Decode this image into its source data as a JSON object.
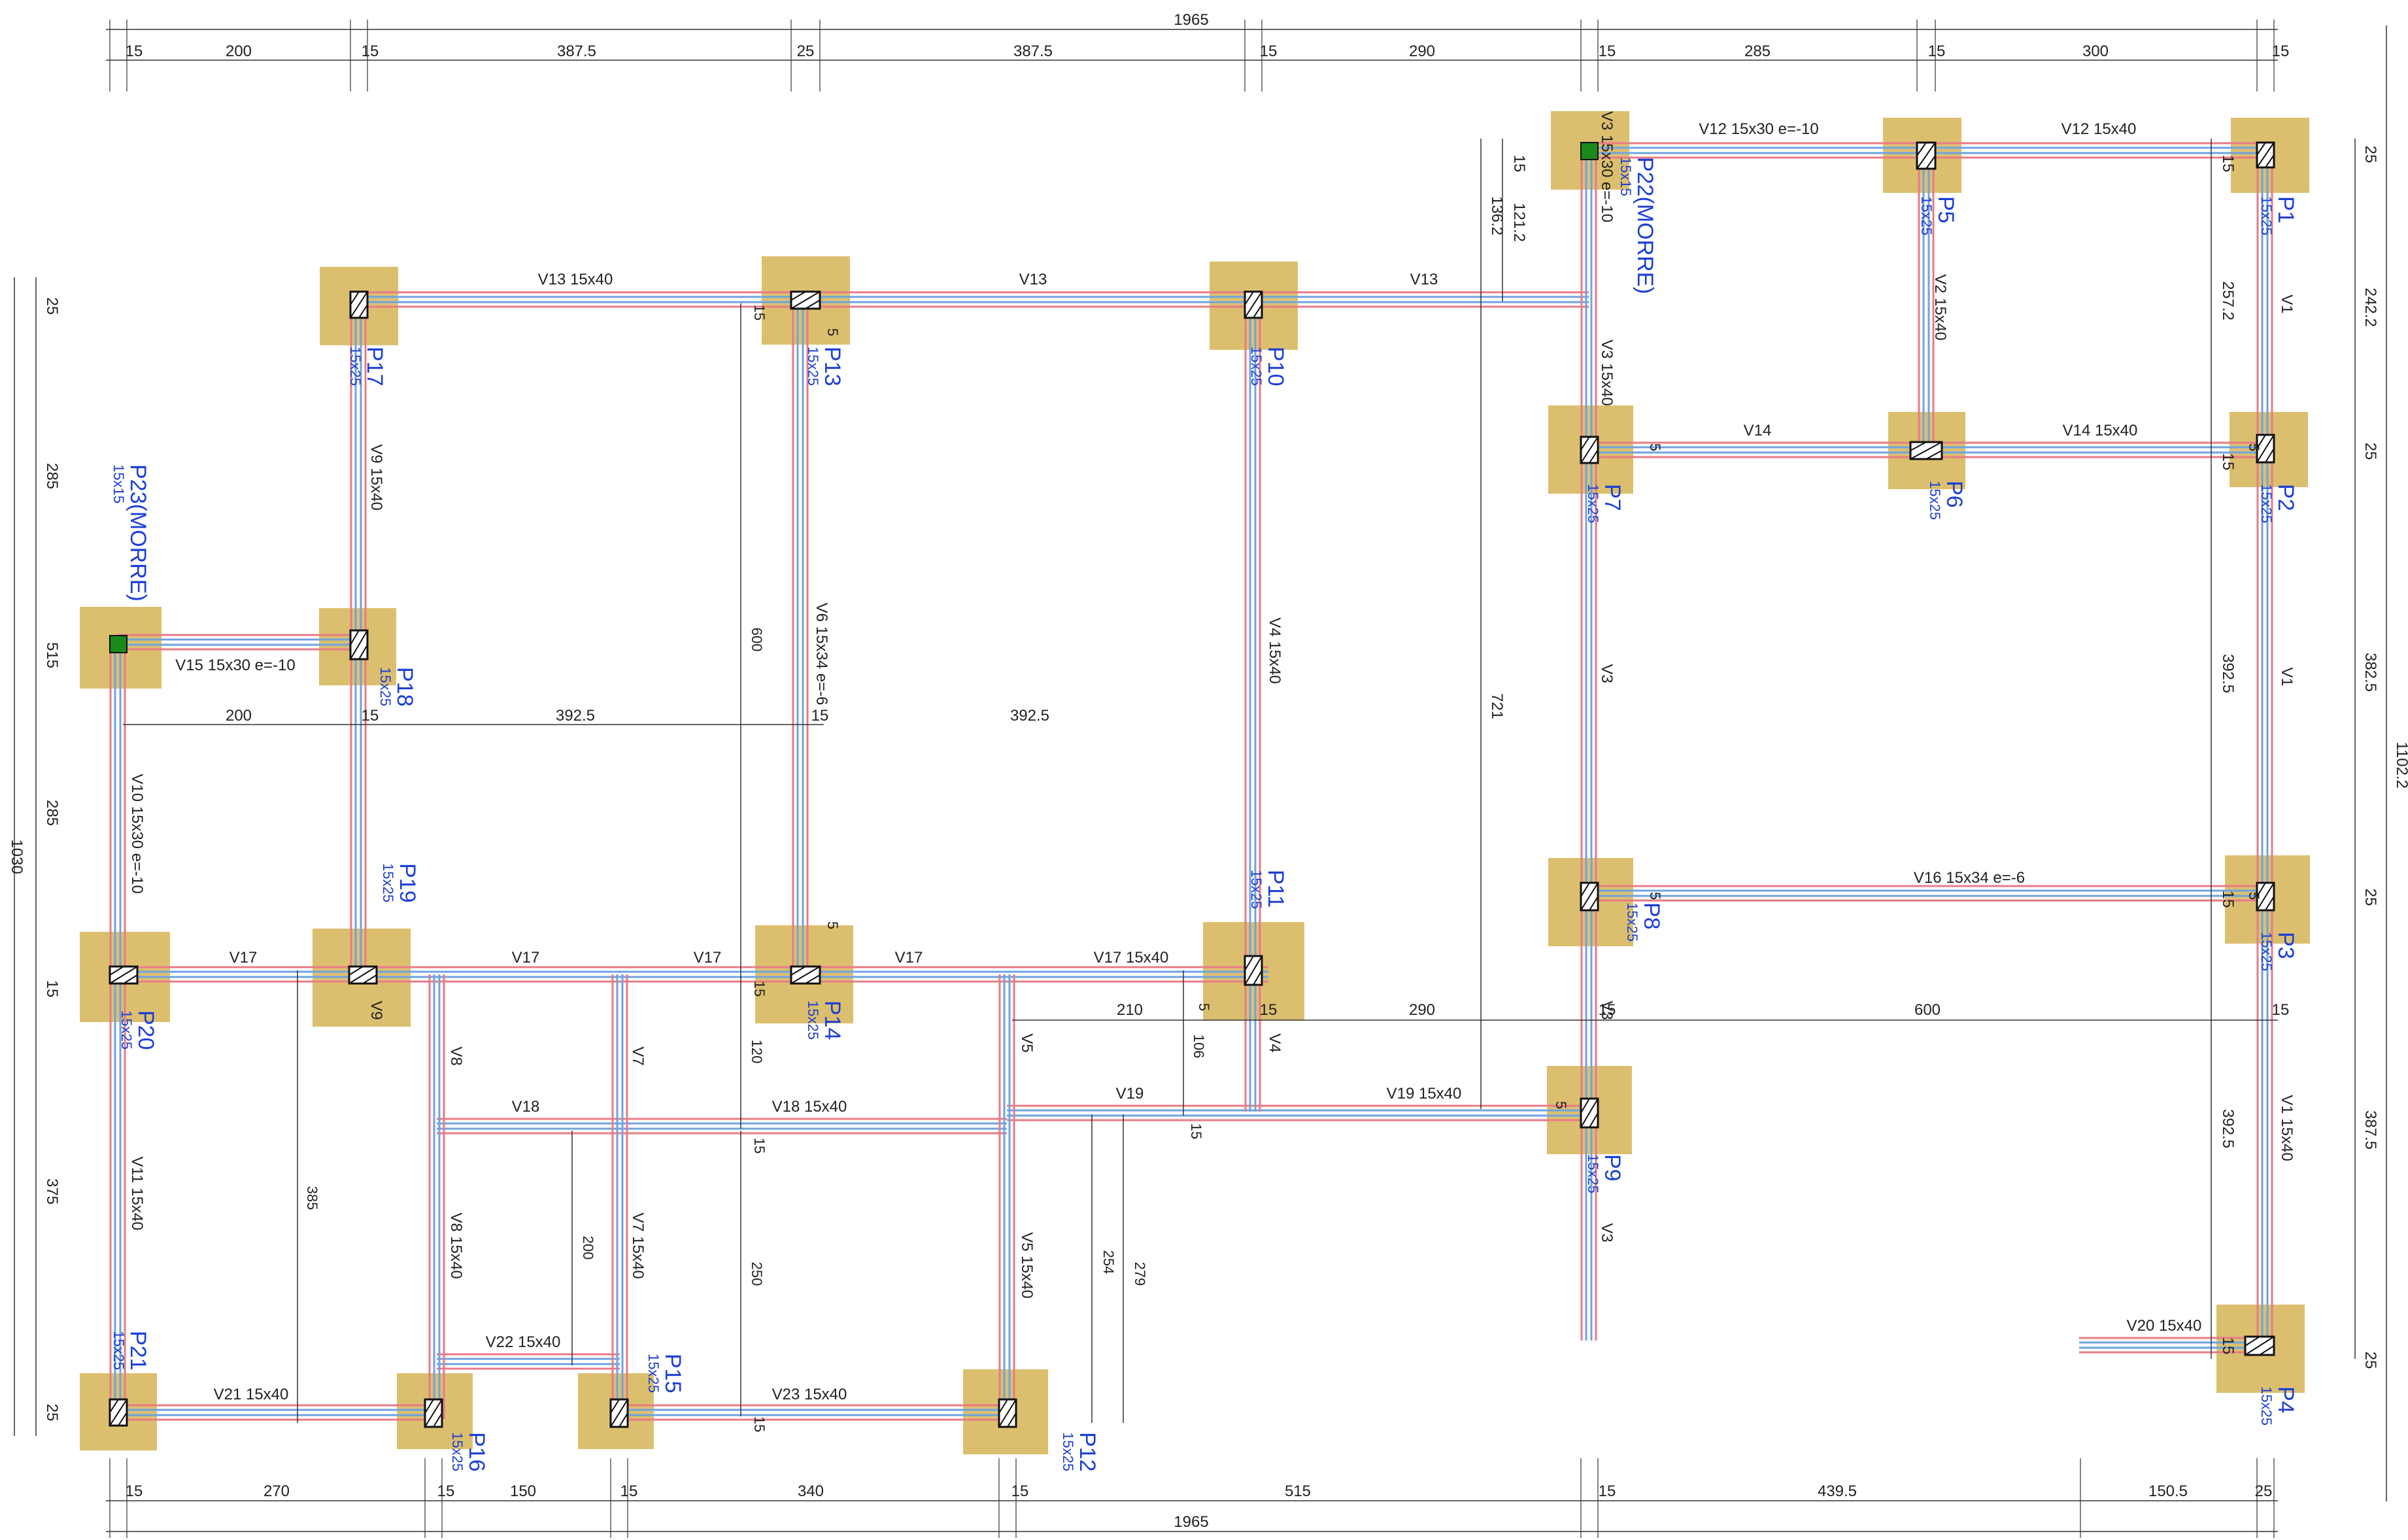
{
  "labels": {
    "overall_width_top": "1965",
    "overall_width_bottom": "1965",
    "left_height": "1030",
    "right_height": "1102.2",
    "top_row": [
      "15",
      "200",
      "15",
      "387.5",
      "25",
      "387.5",
      "15",
      "290",
      "15",
      "285",
      "15",
      "300",
      "15"
    ],
    "mid_row": [
      "200",
      "15",
      "392.5",
      "15",
      "392.5"
    ],
    "bottom_row": [
      "15",
      "270",
      "15",
      "150",
      "15",
      "340",
      "15",
      "515",
      "15",
      "439.5",
      "150.5",
      "25"
    ],
    "p9_row": [
      "210",
      "15",
      "290",
      "15",
      "600",
      "15"
    ],
    "left_col": [
      "25",
      "285",
      "515",
      "285",
      "15",
      "375",
      "25"
    ],
    "right_col": [
      "25",
      "242.2",
      "25",
      "382.5",
      "25",
      "387.5",
      "25"
    ],
    "inner_right_col": [
      "15",
      "257.2",
      "15",
      "392.5",
      "15",
      "392.5",
      "15"
    ],
    "col_P22": [
      "121.2",
      "136.2",
      "15",
      "721"
    ],
    "misc_vertical": [
      "600",
      "385",
      "200",
      "250",
      "120",
      "106",
      "254",
      "279",
      "5",
      "5",
      "5",
      "5",
      "5",
      "5",
      "5",
      "5",
      "15",
      "15",
      "15",
      "15",
      "15"
    ]
  },
  "pillars": [
    {
      "name": "P1",
      "size": "15x25"
    },
    {
      "name": "P2",
      "size": "15x25"
    },
    {
      "name": "P3",
      "size": "15x25"
    },
    {
      "name": "P4",
      "size": "15x25"
    },
    {
      "name": "P5",
      "size": "15x25"
    },
    {
      "name": "P6",
      "size": "15x25"
    },
    {
      "name": "P7",
      "size": "15x25"
    },
    {
      "name": "P8",
      "size": "15x25"
    },
    {
      "name": "P9",
      "size": "15x25"
    },
    {
      "name": "P10",
      "size": "15x25"
    },
    {
      "name": "P11",
      "size": "15x25"
    },
    {
      "name": "P12",
      "size": "15x25"
    },
    {
      "name": "P13",
      "size": "15x25"
    },
    {
      "name": "P14",
      "size": "15x25"
    },
    {
      "name": "P15",
      "size": "15x25"
    },
    {
      "name": "P16",
      "size": "15x25"
    },
    {
      "name": "P17",
      "size": "15x25"
    },
    {
      "name": "P18",
      "size": "15x25"
    },
    {
      "name": "P19",
      "size": "15x25"
    },
    {
      "name": "P20",
      "size": "15x25"
    },
    {
      "name": "P21",
      "size": "15x25"
    },
    {
      "name": "P22(MORRE)",
      "size": "15x15"
    },
    {
      "name": "P23(MORRE)",
      "size": "15x15"
    }
  ],
  "beams": [
    "V12 15x30 e=-10",
    "V12 15x40",
    "V13 15x40",
    "V13",
    "V13",
    "V14",
    "V14 15x40",
    "V15 15x30 e=-10",
    "V16 15x34 e=-6",
    "V17",
    "V17",
    "V17",
    "V17",
    "V17 15x40",
    "V18",
    "V18 15x40",
    "V19",
    "V19 15x40",
    "V20 15x40",
    "V21 15x40",
    "V22 15x40",
    "V23 15x40",
    "V1",
    "V1",
    "V1 15x40",
    "V2 15x40",
    "V3 15x30 e=-10",
    "V3 15x40",
    "V3",
    "V3",
    "V3",
    "V4 15x40",
    "V4",
    "V5",
    "V5 15x40",
    "V6 15x34 e=-6",
    "V7",
    "V7 15x40",
    "V8",
    "V8 15x40",
    "V9 15x40",
    "V9",
    "V10 15x30 e=-10",
    "V11 15x40"
  ],
  "colors": {
    "background": "#ffffff",
    "footing": "#dcbf6e",
    "pillar_fill": "#ffffff",
    "dead_pillar": "#1a8a1a",
    "beam_red": "#e87b86",
    "beam_blue": "#6fa3e0",
    "dim_line": "#333333",
    "label_blue": "#1c3fd6",
    "label_black": "#222222"
  }
}
